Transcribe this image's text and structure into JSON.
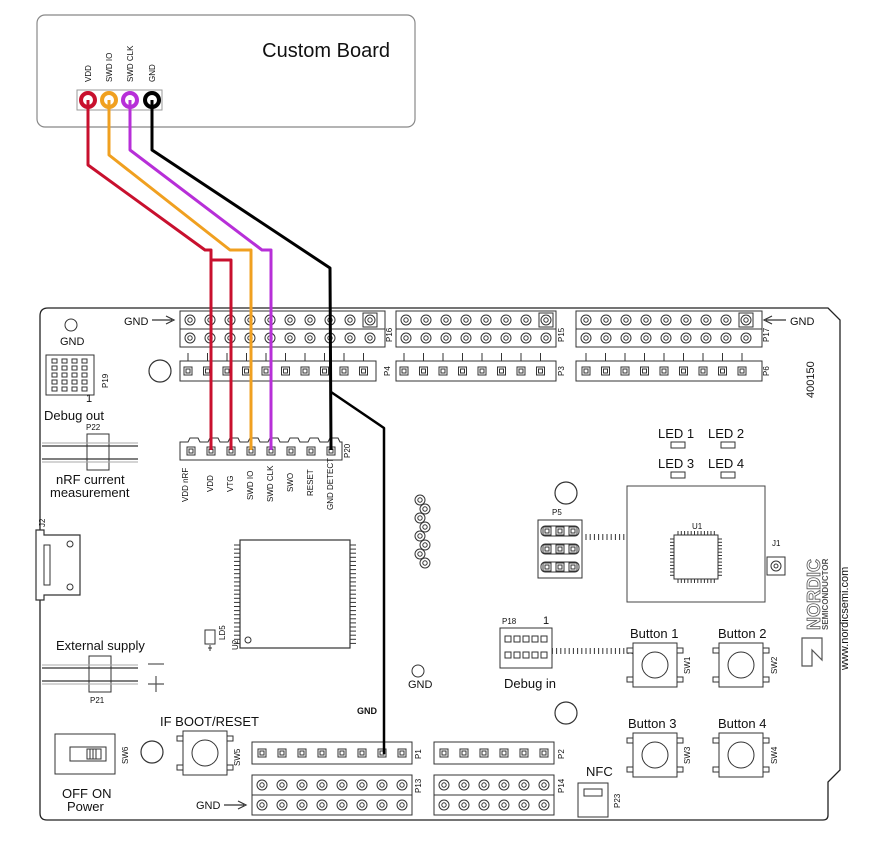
{
  "custom_board": {
    "title": "Custom Board",
    "pins": [
      {
        "label": "VDD",
        "color": "#c8102e"
      },
      {
        "label": "SWD IO",
        "color": "#f0a020"
      },
      {
        "label": "SWD CLK",
        "color": "#b72fd8"
      },
      {
        "label": "GND",
        "color": "#000000"
      }
    ]
  },
  "wires": {
    "colors": {
      "vdd": "#c8102e",
      "swdio": "#f0a020",
      "swdclk": "#b72fd8",
      "gnd": "#000000"
    }
  },
  "dk": {
    "ident": "400150",
    "website": "www.nordicsemi.com",
    "brand": "NORDIC",
    "brand_sub": "SEMICONDUCTOR",
    "labels": {
      "gnd_top_left": "GND",
      "gnd_top_right": "GND",
      "gnd_bottom": "GND",
      "gnd_small_top": "GND",
      "gnd_mid": "GND",
      "gnd_wire": "GND",
      "debug_out": "Debug out",
      "debug_in": "Debug in",
      "nrf_current_1": "nRF current",
      "nrf_current_2": "measurement",
      "external_supply": "External supply",
      "if_boot_reset": "IF BOOT/RESET",
      "off": "OFF",
      "on": "ON",
      "power": "Power",
      "nfc": "NFC",
      "one_p19": "1",
      "one_p18": "1"
    },
    "refs": {
      "p19": "P19",
      "p22": "P22",
      "p21": "P21",
      "j2": "J2",
      "j1": "J1",
      "p16": "P16",
      "p15": "P15",
      "p17": "P17",
      "p4": "P4",
      "p3": "P3",
      "p6": "P6",
      "p20": "P20",
      "p5": "P5",
      "p18": "P18",
      "p1": "P1",
      "p2": "P2",
      "p13": "P13",
      "p14": "P14",
      "p23": "P23",
      "u1": "U1",
      "u2": "U2",
      "ld5": "LD5",
      "sw1": "SW1",
      "sw2": "SW2",
      "sw3": "SW3",
      "sw4": "SW4",
      "sw5": "SW5",
      "sw6": "SW6"
    },
    "p20_pins": [
      "VDD nRF",
      "VDD",
      "VTG",
      "SWD IO",
      "SWD CLK",
      "SWO",
      "RESET",
      "GND DETECT"
    ],
    "leds": [
      "LED 1",
      "LED 2",
      "LED 3",
      "LED 4"
    ],
    "buttons": [
      "Button 1",
      "Button 2",
      "Button 3",
      "Button 4"
    ]
  }
}
